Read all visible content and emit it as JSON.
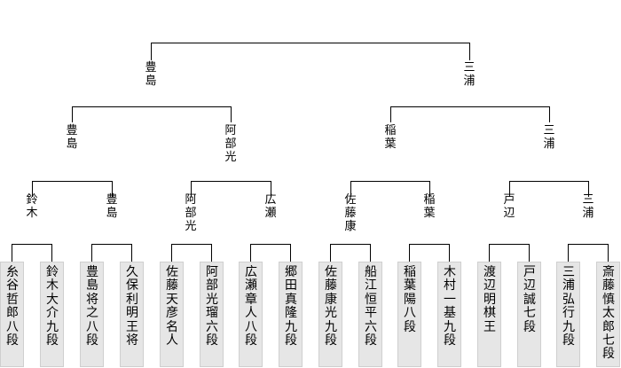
{
  "bracket": {
    "final": {
      "left_winner": "豊島",
      "right_winner": "三浦"
    },
    "semifinals": [
      {
        "winner": "豊島",
        "label": "豊島"
      },
      {
        "winner": "阿部光",
        "label": "阿部光"
      },
      {
        "winner": "稲葉",
        "label": "稲葉"
      },
      {
        "winner": "三浦",
        "label": "三浦"
      }
    ],
    "quarterfinals": [
      "鈴木",
      "豊島",
      "阿部光",
      "広瀬",
      "佐藤康",
      "稲葉",
      "戸辺",
      "三浦"
    ],
    "players": [
      "糸谷哲郎八段",
      "鈴木大介九段",
      "豊島将之八段",
      "久保利明王将",
      "佐藤天彦名人",
      "阿部光瑠六段",
      "広瀬章人八段",
      "郷田真隆九段",
      "佐藤康光九段",
      "船江恒平六段",
      "稲葉　陽八段",
      "木村一基九段",
      "渡辺　明棋王",
      "戸辺　誠七段",
      "三浦弘行九段",
      "斎藤慎太郎七段"
    ]
  }
}
